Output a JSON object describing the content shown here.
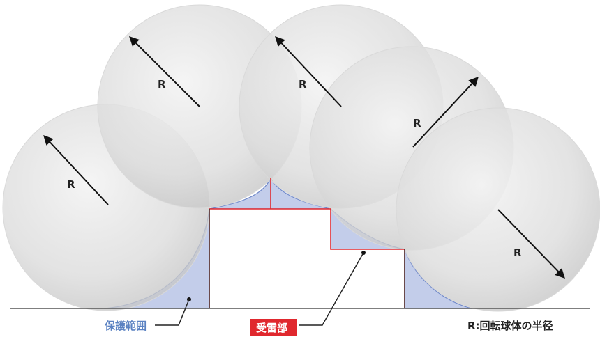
{
  "labels": {
    "radius": "R",
    "protection_area": "保護範囲",
    "receptor": "受雷部",
    "legend": "R:回転球体の半径"
  },
  "colors": {
    "ground": "#555555",
    "building_outline": "#e0282e",
    "protection_fill": "#c3cdea",
    "protection_edge": "#6f88c9",
    "sphere_edge": "#d9d9d9",
    "protection_label": "#5b82c2",
    "receptor_badge": "#e0282e",
    "arrow": "#111111"
  },
  "icons": {
    "arrow": "arrow-head",
    "leader_dot": "dot"
  }
}
